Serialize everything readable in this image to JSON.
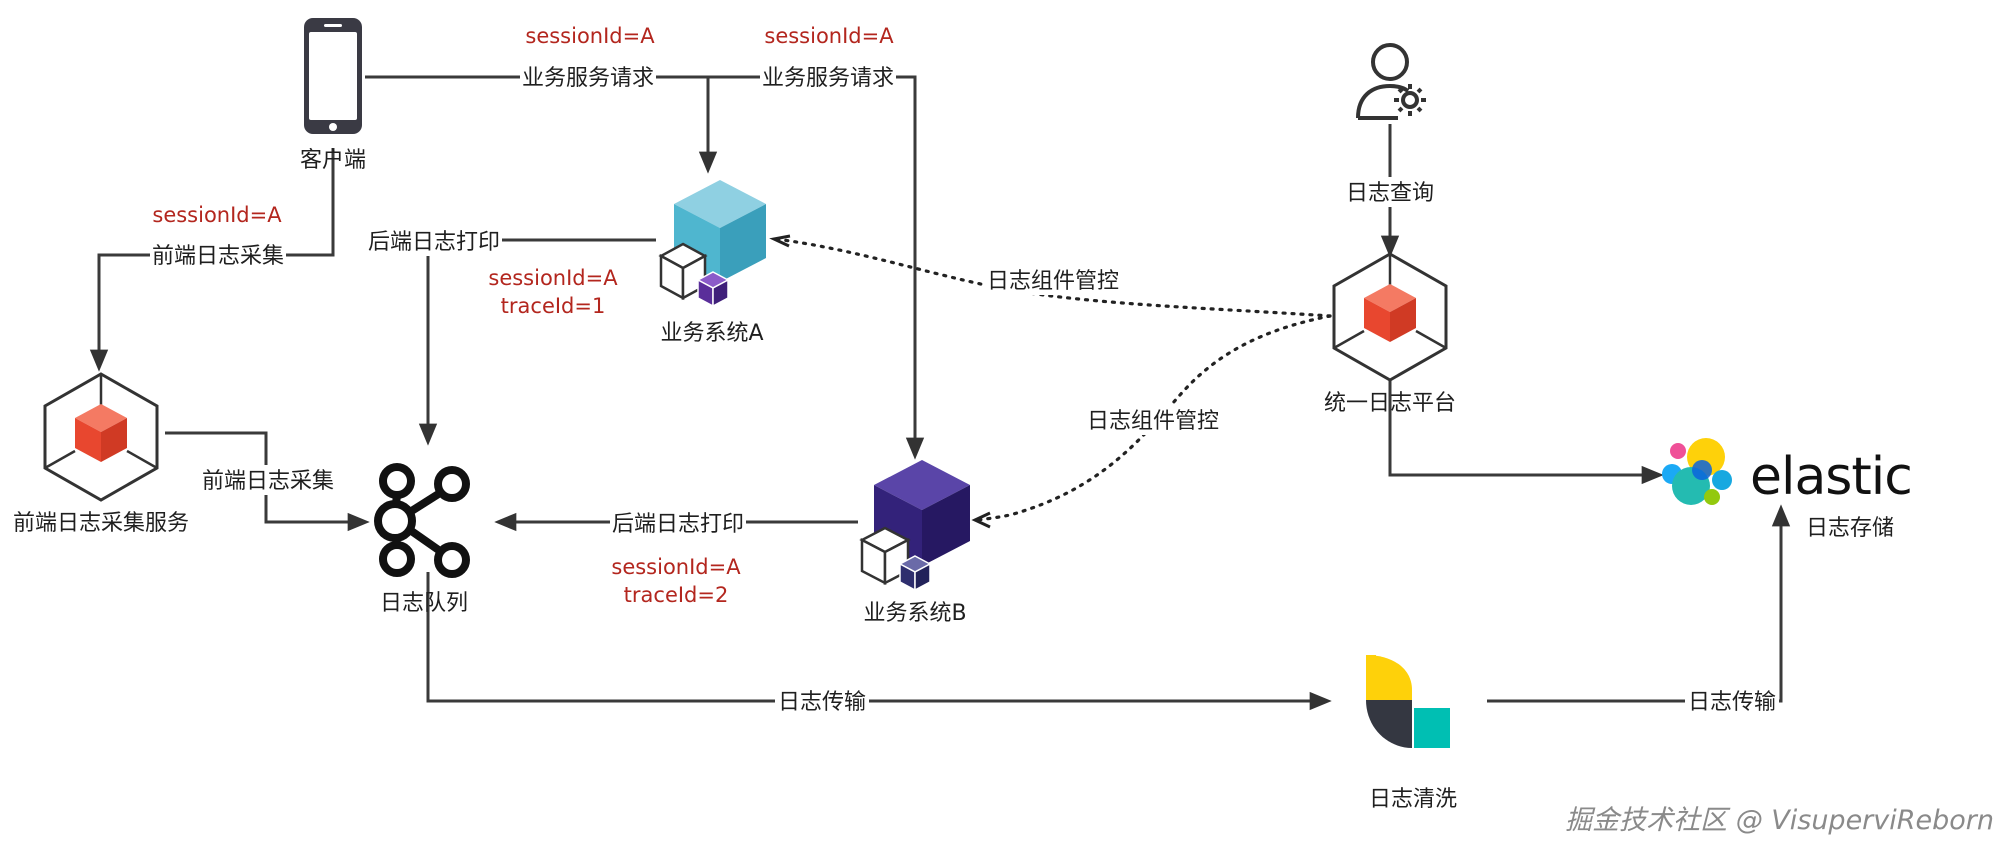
{
  "nodes": {
    "client": "客户端",
    "system_a": "业务系统A",
    "system_b": "业务系统B",
    "frontend_service": "前端日志采集服务",
    "log_queue": "日志队列",
    "platform": "统一日志平台",
    "log_storage": "日志存储",
    "log_cleaning": "日志清洗",
    "elastic_wordmark": "elastic"
  },
  "edges": {
    "service_request_a": "业务服务请求",
    "service_request_b": "业务服务请求",
    "frontend_collect_1": "前端日志采集",
    "frontend_collect_2": "前端日志采集",
    "backend_print_a": "后端日志打印",
    "backend_print_b": "后端日志打印",
    "component_control_a": "日志组件管控",
    "component_control_b": "日志组件管控",
    "log_query": "日志查询",
    "log_transfer_1": "日志传输",
    "log_transfer_2": "日志传输"
  },
  "annotations": {
    "session_top_a": "sessionId=A",
    "session_top_b": "sessionId=A",
    "session_frontend": "sessionId=A",
    "session_a": "sessionId=A",
    "trace_a": "traceId=1",
    "session_b": "sessionId=A",
    "trace_b": "traceId=2"
  },
  "watermark": "掘金技术社区 @ VisuperviReborn",
  "colors": {
    "annotation_red": "#b3261e",
    "system_a_blue": "#4fb6cf",
    "system_b_purple": "#33227a",
    "platform_red": "#e8472f",
    "line": "#3a3a3a"
  },
  "icons": {
    "client": "smartphone-icon",
    "platform_user": "user-gear-icon",
    "log_queue": "kafka-icon",
    "log_cleaning": "logstash-icon",
    "storage": "elastic-logo"
  }
}
